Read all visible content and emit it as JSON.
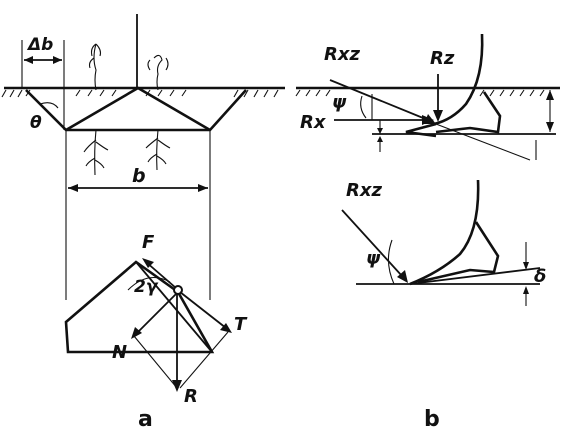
{
  "diagram_a": {
    "label_delta_b": "Δb",
    "label_theta": "θ",
    "label_b": "b",
    "label_F": "F",
    "label_2gamma": "2γ",
    "label_T": "T",
    "label_N": "N",
    "label_R": "R",
    "caption": "a"
  },
  "diagram_b": {
    "label_Rxz_top": "Rxz",
    "label_Rz": "Rz",
    "label_Rx": "Rx",
    "label_psi_top": "ψ",
    "label_Rxz_bottom": "Rxz",
    "label_psi_bottom": "ψ",
    "label_delta": "δ",
    "caption": "b"
  }
}
